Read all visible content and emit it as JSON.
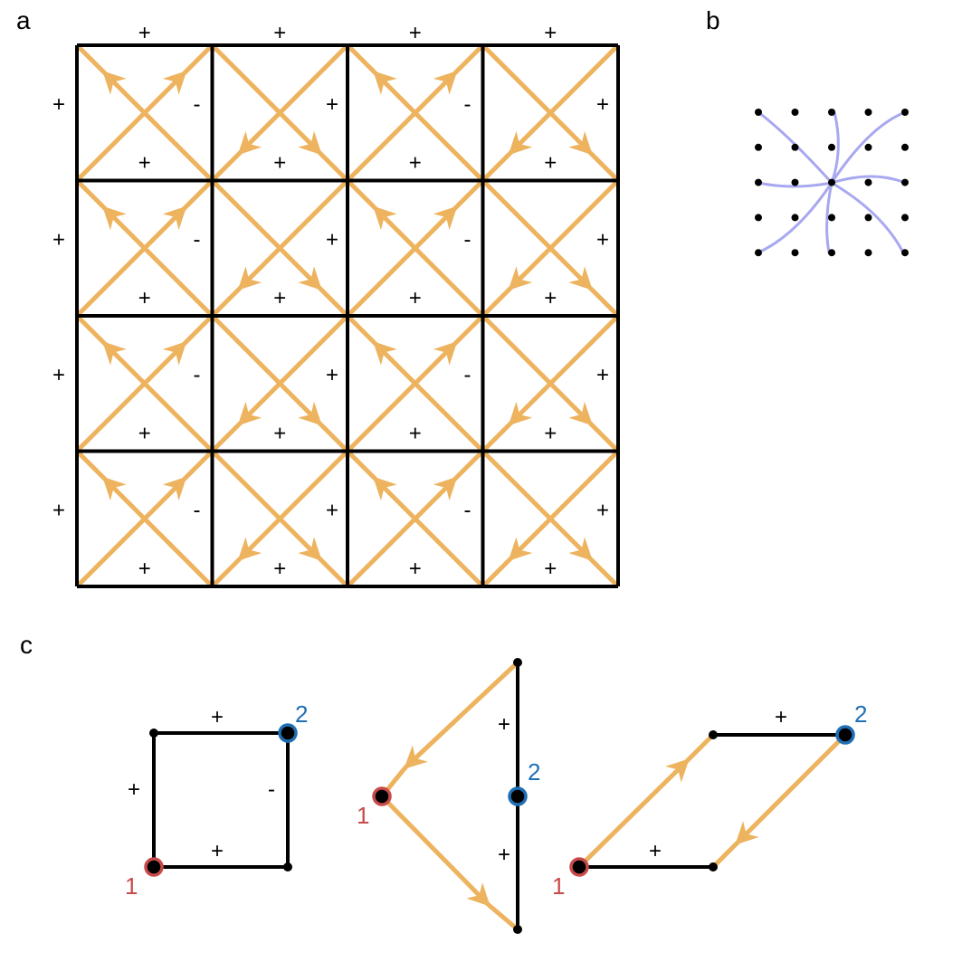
{
  "colors": {
    "grid": "#000000",
    "arrow": "#EDB35E",
    "curve": "#A8A8F0",
    "node1": "#C94A4A",
    "node2": "#1F6FB5",
    "dot": "#000000"
  },
  "panels": {
    "a": {
      "label": "a"
    },
    "b": {
      "label": "b"
    },
    "c": {
      "label": "c"
    }
  },
  "grid": {
    "rows": 4,
    "cols": 4,
    "top_sign": "+",
    "left_sign": "+",
    "bottom_sign": "+",
    "right_signs": [
      "-",
      "+",
      "-",
      "+"
    ],
    "arrow_patterns": [
      "A",
      "B",
      "A",
      "B"
    ]
  },
  "lattice": {
    "rows": 5,
    "cols": 5
  },
  "plaquettes": [
    {
      "edge_labels": [
        "+",
        "-",
        "+",
        "+"
      ],
      "node1_label": "1",
      "node2_label": "2"
    },
    {
      "edge_labels": [
        "+",
        "+"
      ],
      "node1_label": "1",
      "node2_label": "2"
    },
    {
      "edge_labels": [
        "+",
        "+"
      ],
      "node1_label": "1",
      "node2_label": "2"
    }
  ]
}
